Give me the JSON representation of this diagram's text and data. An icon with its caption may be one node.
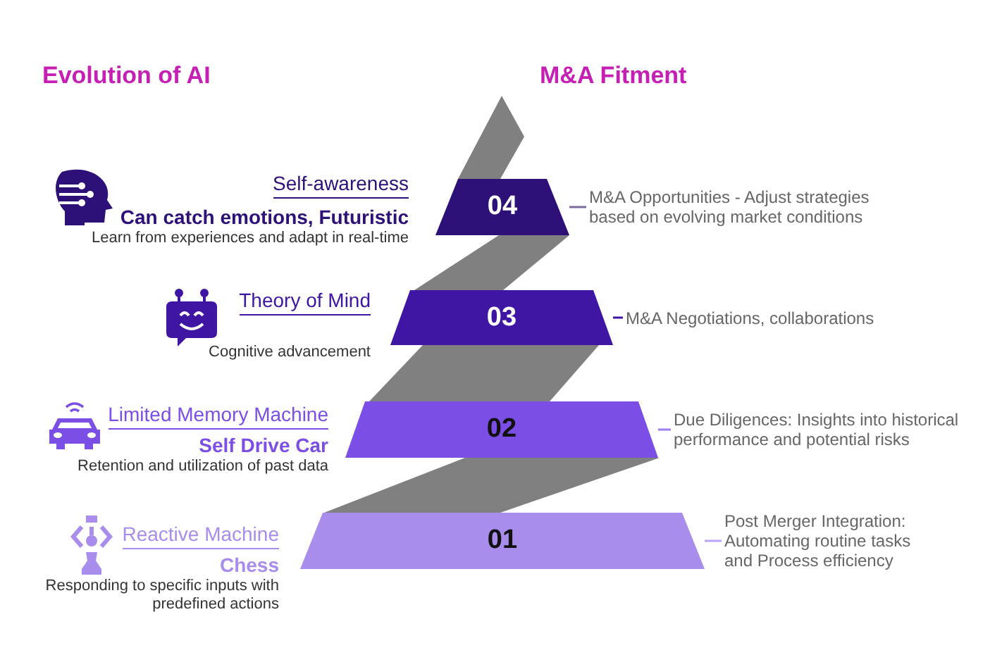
{
  "diagram": {
    "nodes": [
      {
        "text": [
          "04"
        ]
      },
      {
        "text": [
          "M&A Opportunities - Adjust strategies based on evolving market conditions"
        ]
      },
      {
        "text": [
          "03"
        ]
      },
      {
        "text": [
          "M&A Negotiations, collaborations"
        ]
      },
      {
        "text": [
          "02"
        ]
      },
      {
        "text": [
          "Due Diligences: Insights into historical performance and potential risks"
        ]
      },
      {
        "text": [
          "01"
        ]
      },
      {
        "text": [
          "Post Merger Integration: Automating routine tasks and Process efficiency"
        ]
      }
    ],
    "edges": [
      {
        "from": 0,
        "to": 1,
        "arrow": "none",
        "color": "#7d6a9e"
      },
      {
        "from": 2,
        "to": 3,
        "arrow": "none",
        "color": "#3f15a3"
      },
      {
        "from": 4,
        "to": 5,
        "arrow": "none",
        "color": "#9d7cf0"
      },
      {
        "from": 6,
        "to": 7,
        "arrow": "none",
        "color": "#b9a2f2"
      }
    ],
    "labels": [
      "Evolution of AI",
      "M&A Fitment",
      "Self-awareness",
      "Can catch emotions, Futuristic",
      "Learn from experiences and adapt in real-time",
      "Theory of Mind",
      "Cognitive advancement",
      "Limited Memory Machine",
      "Self Drive Car",
      "Retention and utilization of past data",
      "Reactive Machine",
      "Chess",
      "Responding to specific inputs with predefined actions"
    ]
  }
}
